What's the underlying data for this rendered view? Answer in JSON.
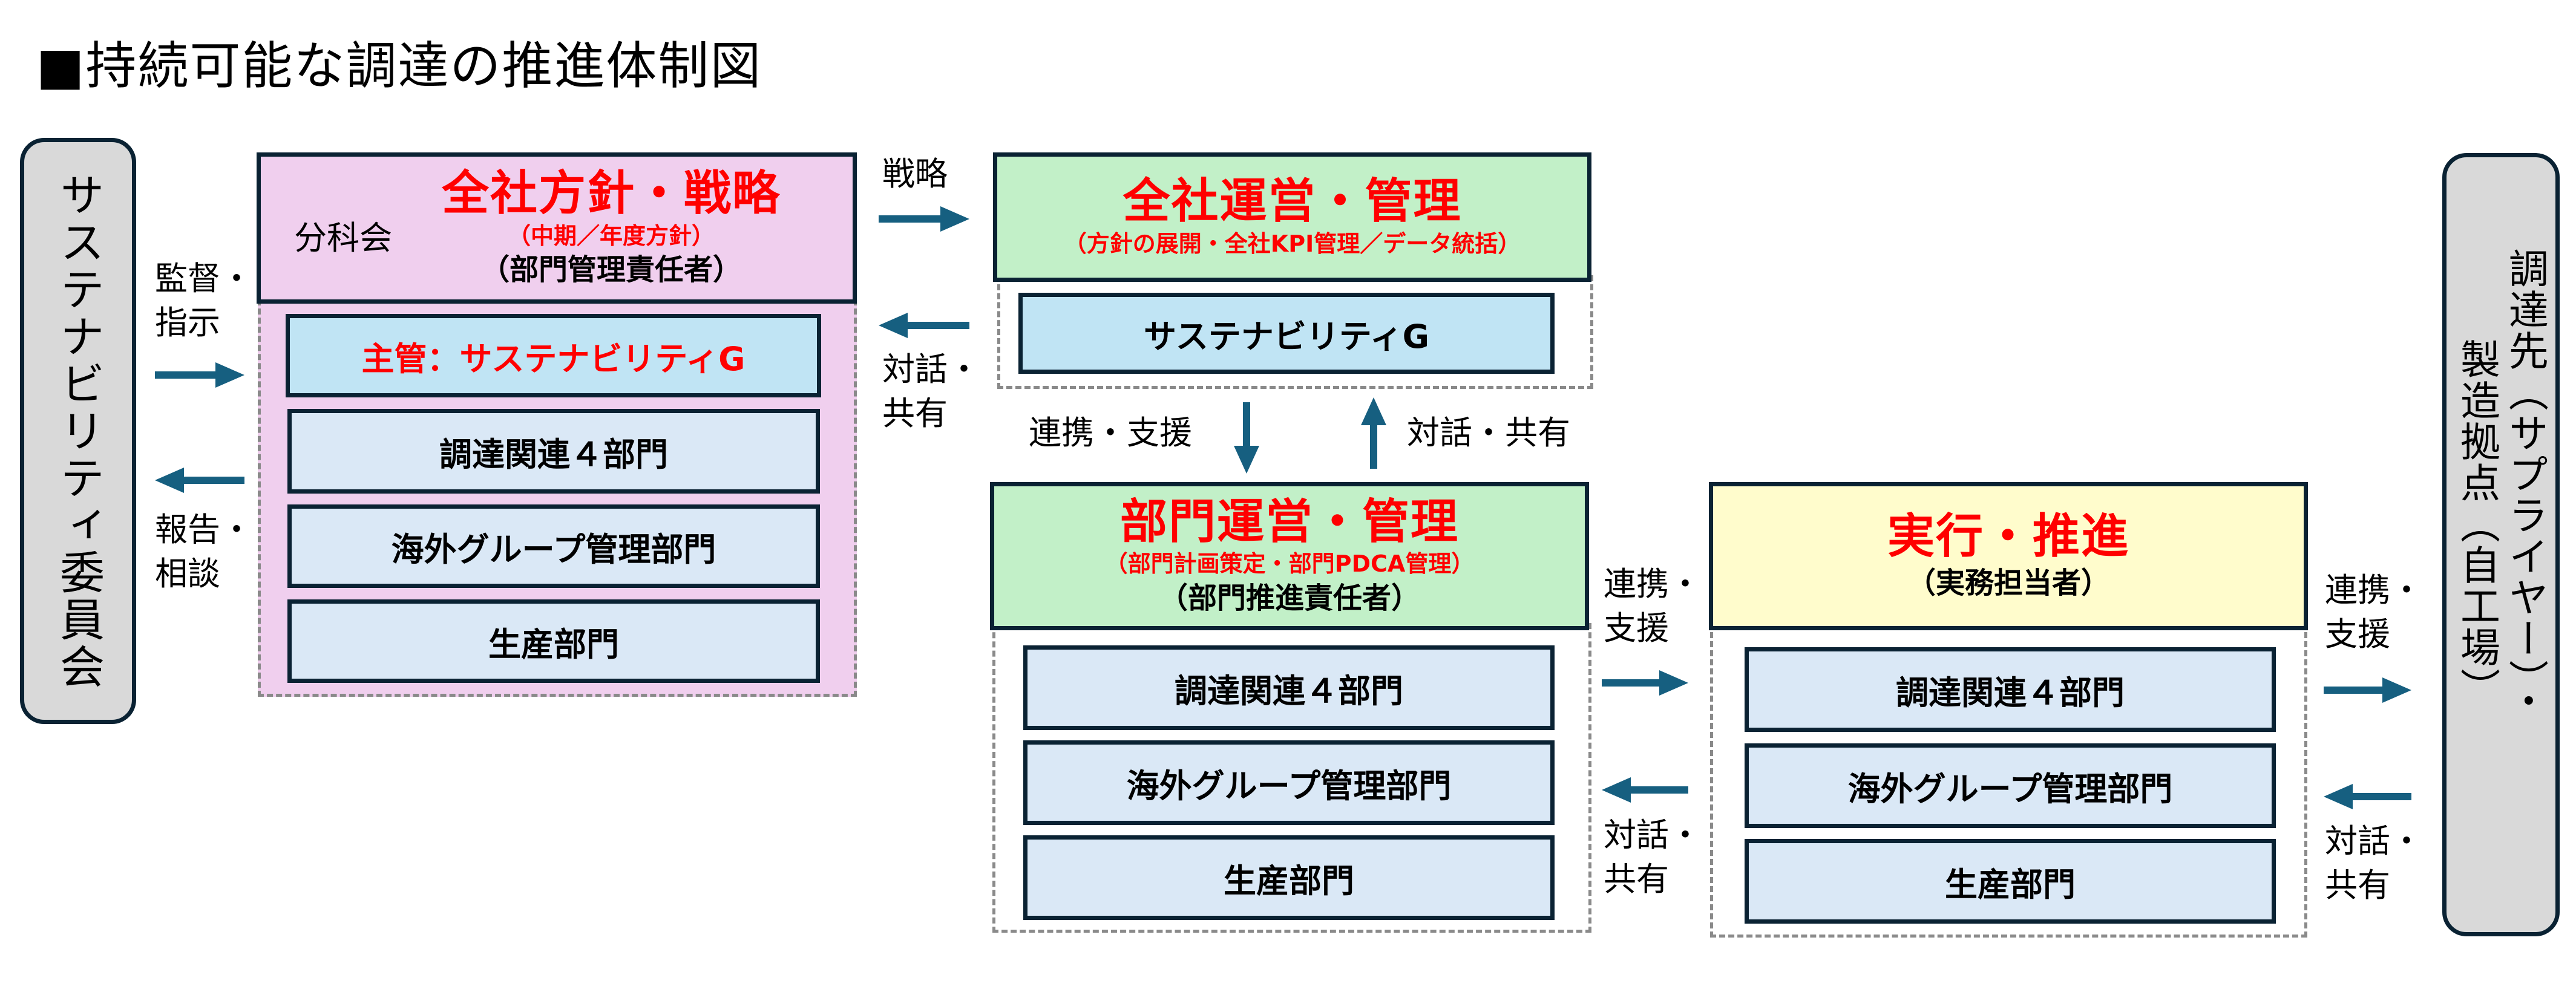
{
  "title": "■持続可能な調達の推進体制図",
  "left_panel": {
    "label": "サステナビリティ委員会"
  },
  "right_panel": {
    "label_col1": "調達先（サプライヤー）・",
    "label_col2": "製造拠点（自工場）"
  },
  "strategy_block": {
    "side_label": "分科会",
    "heading": "全社方針・戦略",
    "subheading": "（中期／年度方針）",
    "responsible": "（部門管理責任者）",
    "items": [
      {
        "label": "主管：サステナビリティG",
        "highlight": true
      },
      {
        "label": "調達関連４部門"
      },
      {
        "label": "海外グループ管理部門"
      },
      {
        "label": "生産部門"
      }
    ]
  },
  "company_ops_block": {
    "heading": "全社運営・管理",
    "subheading": "（方針の展開・全社KPI管理／データ統括）",
    "items": [
      {
        "label": "サステナビリティG"
      }
    ]
  },
  "dept_ops_block": {
    "heading": "部門運営・管理",
    "subheading": "（部門計画策定・部門PDCA管理）",
    "responsible": "（部門推進責任者）",
    "items": [
      {
        "label": "調達関連４部門"
      },
      {
        "label": "海外グループ管理部門"
      },
      {
        "label": "生産部門"
      }
    ]
  },
  "execution_block": {
    "heading": "実行・推進",
    "responsible": "（実務担当者）",
    "items": [
      {
        "label": "調達関連４部門"
      },
      {
        "label": "海外グループ管理部門"
      },
      {
        "label": "生産部門"
      }
    ]
  },
  "edges": {
    "committee_to_strategy": "監督・\n指示",
    "strategy_to_committee": "報告・\n相談",
    "strategy_to_company": "戦略",
    "company_to_strategy": "対話・\n共有",
    "company_to_dept": "連携・支援",
    "dept_to_company": "対話・共有",
    "dept_to_exec": "連携・\n支援",
    "exec_to_dept": "対話・\n共有",
    "exec_to_supplier": "連携・\n支援",
    "supplier_to_exec": "対話・\n共有"
  },
  "colors": {
    "arrow": "#165f80",
    "heading_red": "#ff0000",
    "border": "#0a2233",
    "strategy_bg": "#f0cfee",
    "ops_bg": "#c2f0c8",
    "execution_bg": "#fffccc",
    "panel_bg": "#d9d9d9"
  }
}
